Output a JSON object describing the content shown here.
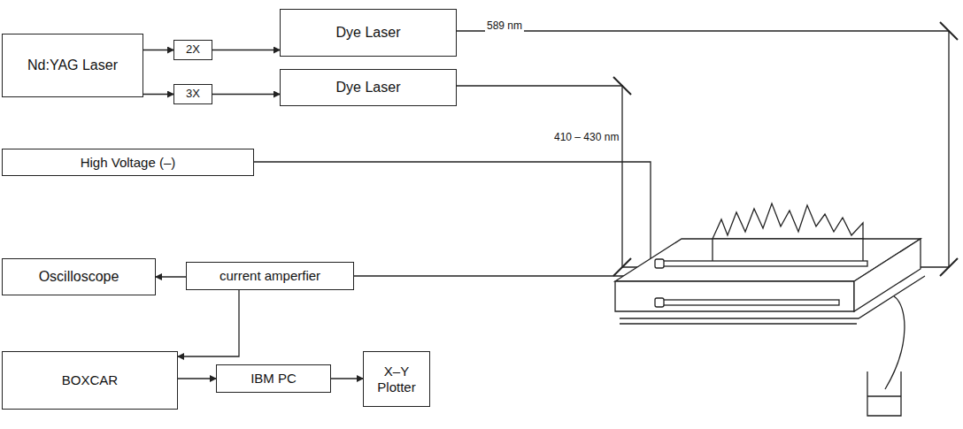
{
  "diagram": {
    "nodes": [
      {
        "text": [
          "Nd:YAG  Laser"
        ]
      },
      {
        "text": [
          "2X"
        ]
      },
      {
        "text": [
          "3X"
        ]
      },
      {
        "text": [
          "Dye Laser"
        ]
      },
      {
        "text": [
          "Dye Laser"
        ]
      },
      {
        "text": [
          "High Voltage (–)"
        ]
      },
      {
        "text": [
          "Oscilloscope"
        ]
      },
      {
        "text": [
          "current amperfier"
        ]
      },
      {
        "text": [
          "BOXCAR"
        ]
      },
      {
        "text": [
          "IBM PC"
        ]
      },
      {
        "text": [
          "X–Y Plotter"
        ]
      }
    ],
    "edges": [
      {
        "from": 0,
        "to": 1,
        "arrow": "to"
      },
      {
        "from": 0,
        "to": 2,
        "arrow": "to"
      },
      {
        "from": 1,
        "to": 3,
        "arrow": "to"
      },
      {
        "from": 2,
        "to": 4,
        "arrow": "to"
      },
      {
        "from": 7,
        "to": 6,
        "arrow": "to"
      },
      {
        "from": 7,
        "to": 8,
        "arrow": "to"
      },
      {
        "from": 8,
        "to": 9,
        "arrow": "to"
      },
      {
        "from": 9,
        "to": 10,
        "arrow": "to"
      }
    ],
    "labels": [
      "589 nm",
      "410 – 430 nm"
    ]
  }
}
